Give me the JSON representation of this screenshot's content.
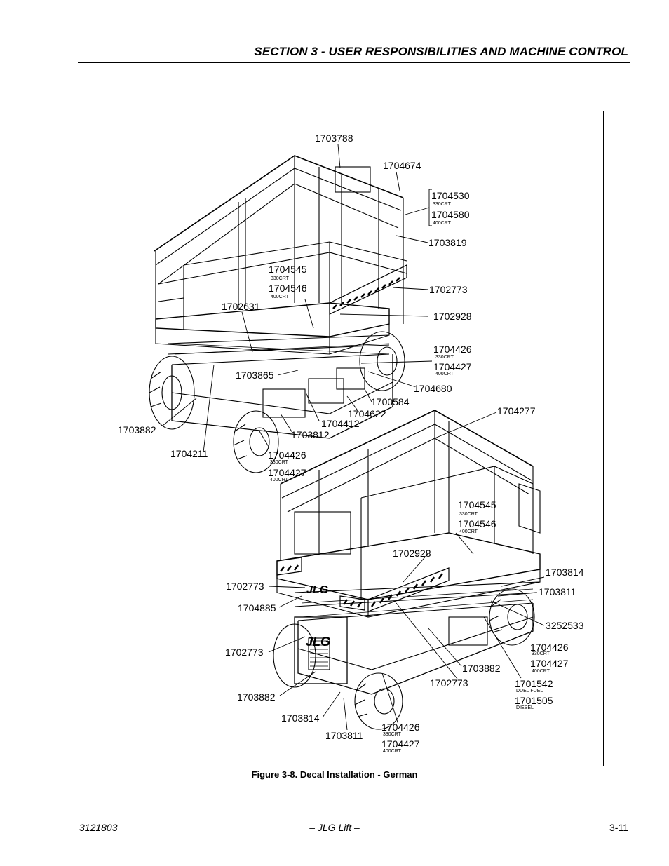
{
  "header": {
    "section_title": "SECTION 3 - USER RESPONSIBILITIES AND MACHINE CONTROL"
  },
  "figure": {
    "caption": "Figure 3-8.  Decal Installation - German",
    "labels": [
      {
        "id": "l01",
        "text": "1703788"
      },
      {
        "id": "l02",
        "text": "1704674"
      },
      {
        "id": "l03",
        "text": "1704530",
        "sub": "330CRT"
      },
      {
        "id": "l04",
        "text": "1704580",
        "sub": "400CRT"
      },
      {
        "id": "l05",
        "text": "1703819"
      },
      {
        "id": "l06",
        "text": "1704545",
        "sub": "330CRT"
      },
      {
        "id": "l07",
        "text": "1704546",
        "sub": "400CRT"
      },
      {
        "id": "l08",
        "text": "1702773"
      },
      {
        "id": "l09",
        "text": "1702631"
      },
      {
        "id": "l10",
        "text": "1702928"
      },
      {
        "id": "l11",
        "text": "1704426",
        "sub": "330CRT"
      },
      {
        "id": "l12",
        "text": "1704427",
        "sub": "400CRT"
      },
      {
        "id": "l13",
        "text": "1703865"
      },
      {
        "id": "l14",
        "text": "1704680"
      },
      {
        "id": "l15",
        "text": "1700584"
      },
      {
        "id": "l16",
        "text": "1704622"
      },
      {
        "id": "l17",
        "text": "1704277"
      },
      {
        "id": "l18",
        "text": "1704412"
      },
      {
        "id": "l19",
        "text": "1703882"
      },
      {
        "id": "l20",
        "text": "1703812"
      },
      {
        "id": "l21",
        "text": "1704211"
      },
      {
        "id": "l22",
        "text": "1704426",
        "sub": "330CRT"
      },
      {
        "id": "l23",
        "text": "1704427",
        "sub": "400CRT"
      },
      {
        "id": "l24",
        "text": "1704545",
        "sub": "330CRT"
      },
      {
        "id": "l25",
        "text": "1704546",
        "sub": "400CRT"
      },
      {
        "id": "l26",
        "text": "1702928"
      },
      {
        "id": "l27",
        "text": "1703814"
      },
      {
        "id": "l28",
        "text": "1702773"
      },
      {
        "id": "l29",
        "text": "1703811"
      },
      {
        "id": "l30",
        "text": "1704885"
      },
      {
        "id": "l31",
        "text": "3252533"
      },
      {
        "id": "l32",
        "text": "1702773"
      },
      {
        "id": "l33",
        "text": "1704426",
        "sub": "330CRT"
      },
      {
        "id": "l34",
        "text": "1704427",
        "sub": "400CRT"
      },
      {
        "id": "l35",
        "text": "1703882"
      },
      {
        "id": "l36",
        "text": "1702773"
      },
      {
        "id": "l37",
        "text": "1701542",
        "sub": "DUEL FUEL"
      },
      {
        "id": "l38",
        "text": "1703882"
      },
      {
        "id": "l39",
        "text": "1701505",
        "sub": "DIESEL"
      },
      {
        "id": "l40",
        "text": "1703814"
      },
      {
        "id": "l41",
        "text": "1703811"
      },
      {
        "id": "l42",
        "text": "1704426",
        "sub": "330CRT"
      },
      {
        "id": "l43",
        "text": "1704427",
        "sub": "400CRT"
      }
    ],
    "logo_text": "JLG"
  },
  "footer": {
    "doc_number": "3121803",
    "center": "– JLG Lift –",
    "page": "3-11"
  }
}
